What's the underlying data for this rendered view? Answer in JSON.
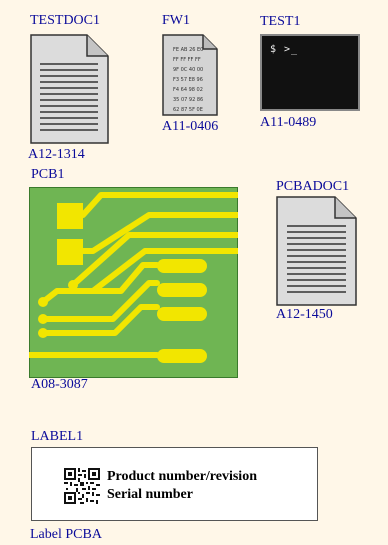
{
  "nodes": {
    "testdoc1": {
      "name": "TESTDOC1",
      "code": "A12-1314"
    },
    "fw1": {
      "name": "FW1",
      "code": "A11-0406",
      "hex_lines": [
        "FE AB 26 E0",
        "FF FF FF FF",
        "9F 0C 40 00",
        "F3 57 E8 96",
        "F4 64 98 02",
        "35 07 92 86",
        "62 87 5F 0E"
      ]
    },
    "test1": {
      "name": "TEST1",
      "code": "A11-0489",
      "prompt": "$ >_"
    },
    "pcb1": {
      "name": "PCB1",
      "code": "A08-3087"
    },
    "pcbadoc1": {
      "name": "PCBADOC1",
      "code": "A12-1450"
    },
    "label1": {
      "name": "LABEL1",
      "caption": "Label PCBA",
      "line1": "Product number/revision",
      "line2": "Serial number"
    }
  },
  "colors": {
    "label_text": "#0b0b9a",
    "pcb_board": "#6fb553",
    "pcb_trace": "#f2e600",
    "document_fill": "#dcdcdc",
    "terminal_bg": "#111111"
  }
}
